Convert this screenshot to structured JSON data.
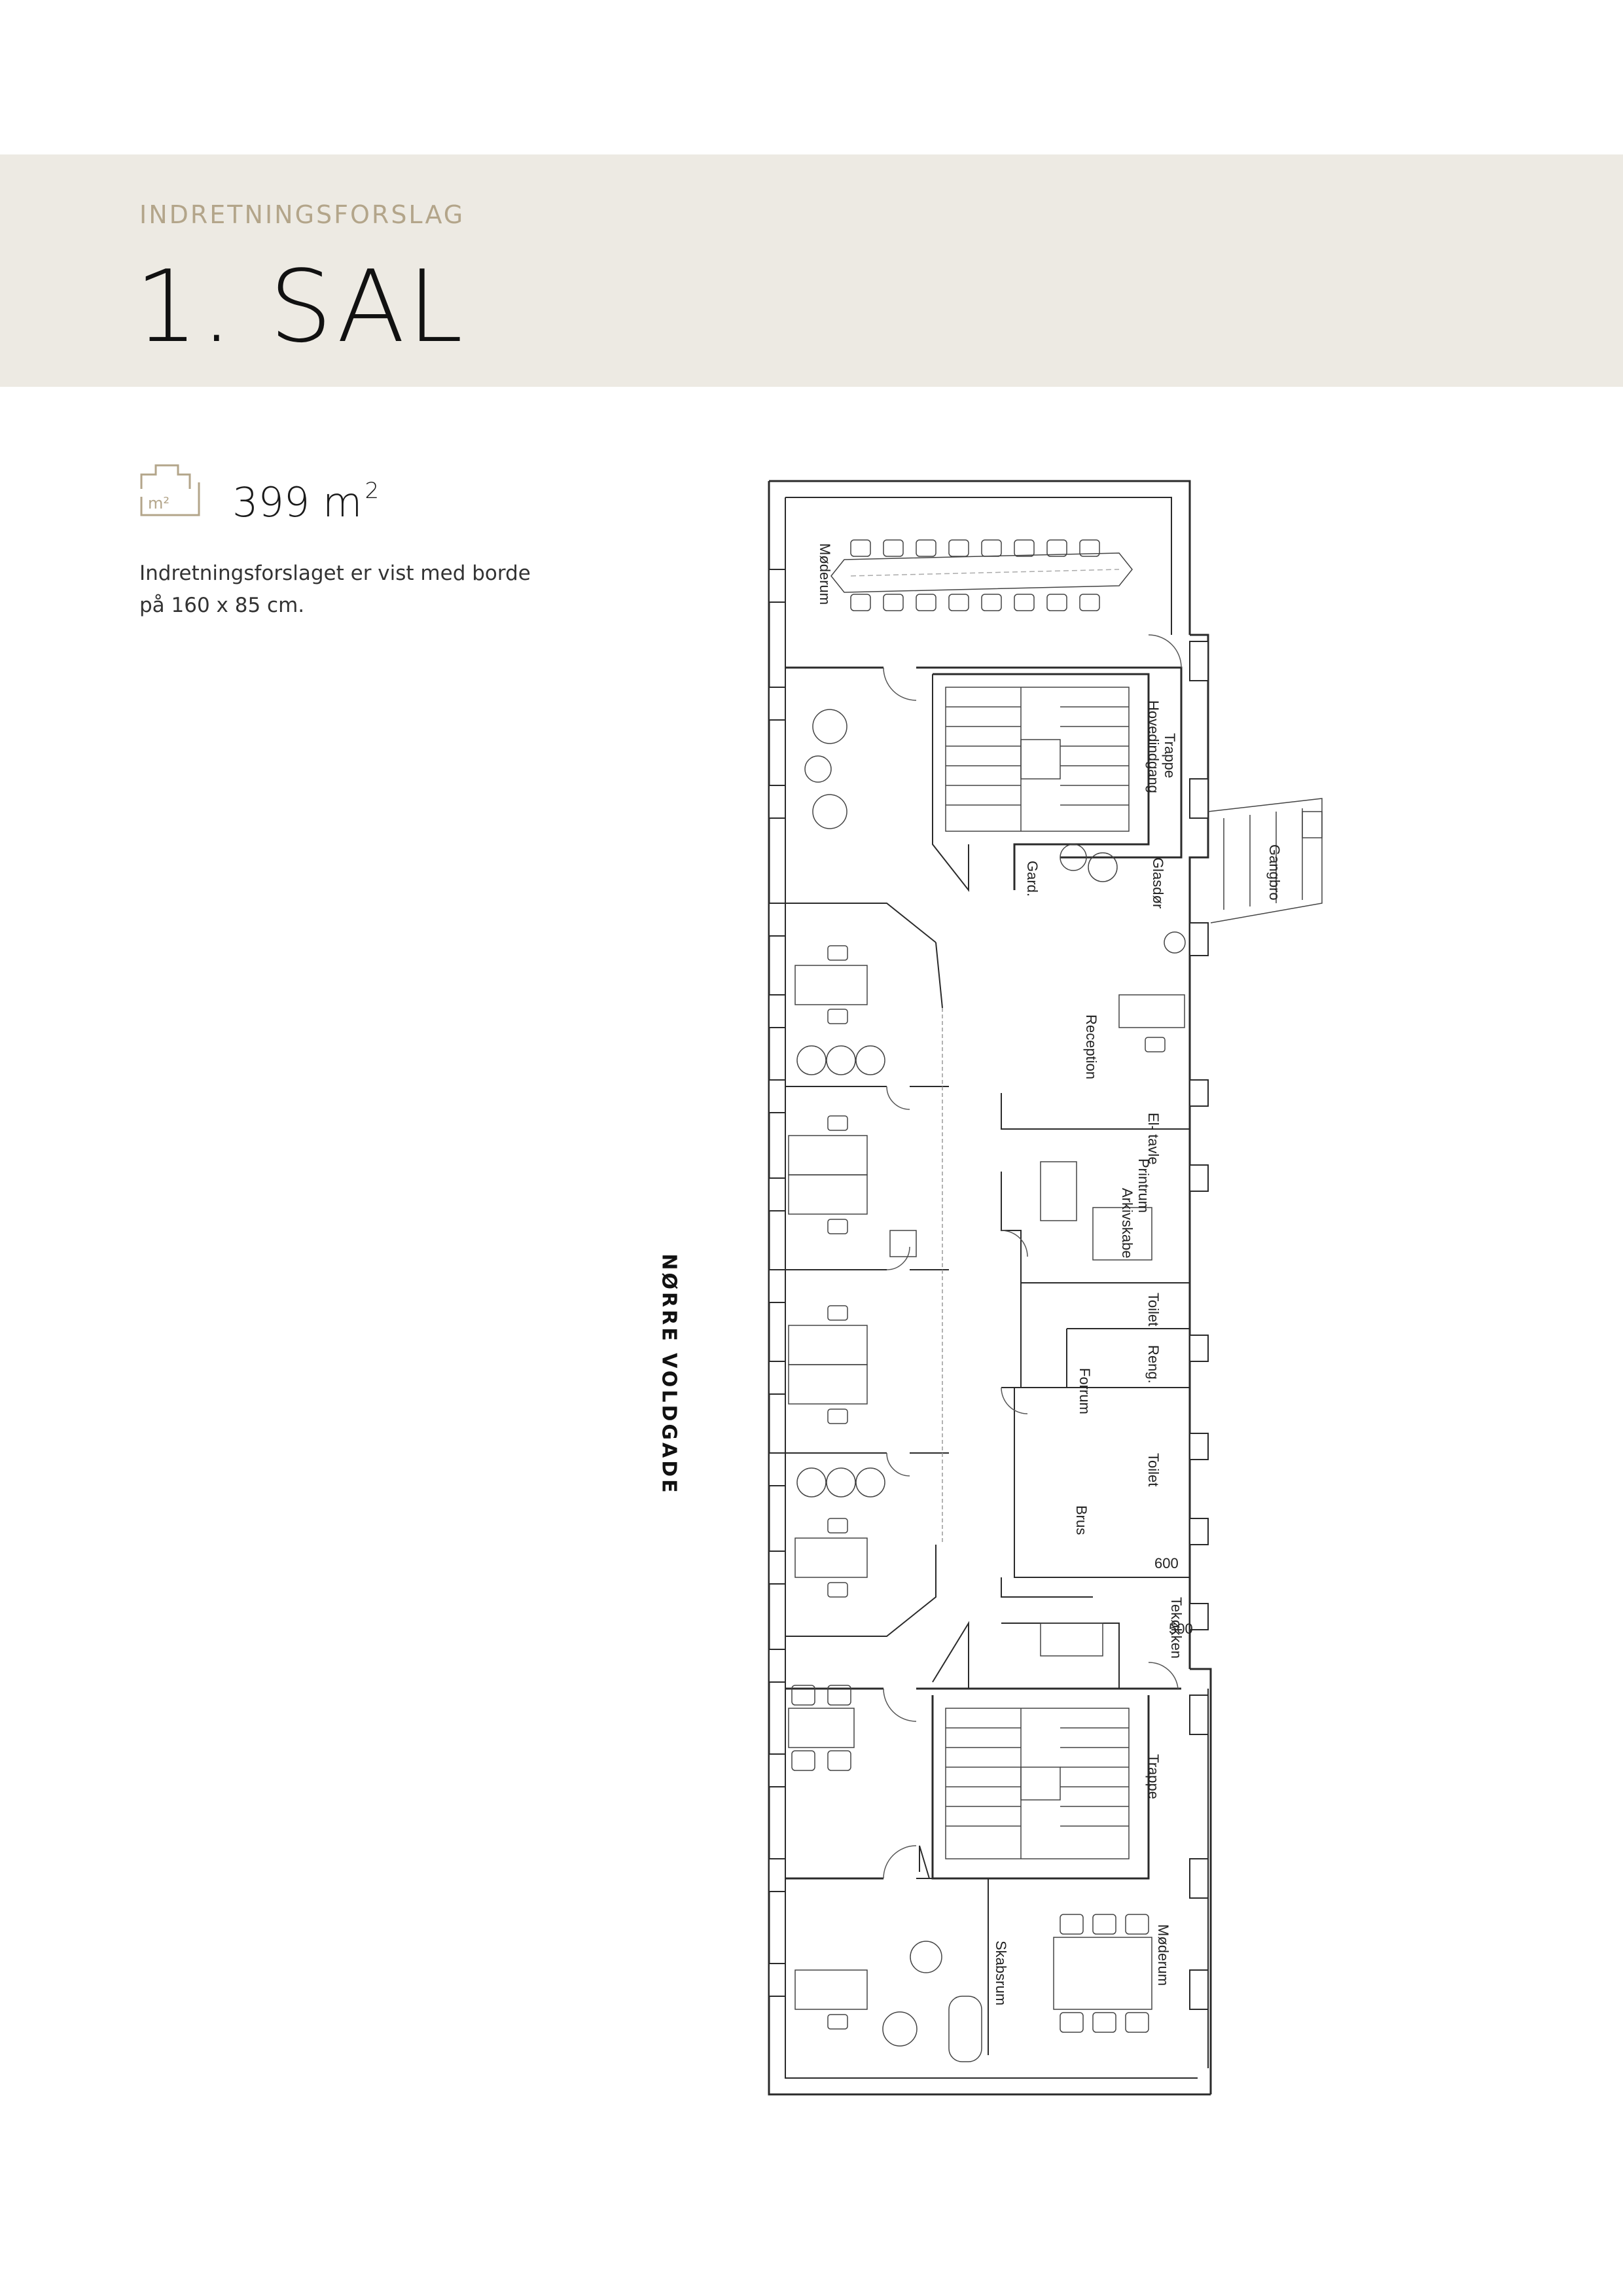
{
  "header": {
    "kicker": "INDRETNINGSFORSLAG",
    "title": "1. SAL"
  },
  "area": {
    "icon": "floor-area-icon",
    "icon_label": "m²",
    "value": "399 m",
    "unit_sup": "2"
  },
  "note": "Indretningsforslaget er vist med borde på 160 x 85 cm.",
  "street_label": "NØRRE VOLDGADE",
  "plan": {
    "rooms": {
      "moderum_top": "Møderum",
      "trappe_top": "Trappe",
      "hovedindgang": "Hovedindgang",
      "gard": "Gard.",
      "glasdor": "Glasdør",
      "gangbro": "Gangbro",
      "reception": "Reception",
      "eltavle": "El-\ntavle",
      "printrum": "Printrum",
      "arkivskabe": "Arkivskabe",
      "toilet_1": "Toilet",
      "reng": "Reng.",
      "forrum": "Forrum",
      "toilet_2": "Toilet",
      "brus": "Brus",
      "tekokken": "Tekøkken",
      "trappe_bottom": "Trappe",
      "skabsrum": "Skabsrum",
      "moderum_bottom": "Møderum"
    },
    "dims": {
      "d600": "600",
      "d500": "500"
    }
  },
  "colors": {
    "band": "#edeae3",
    "kicker": "#b3a58a",
    "wall": "#2a2a2a"
  }
}
